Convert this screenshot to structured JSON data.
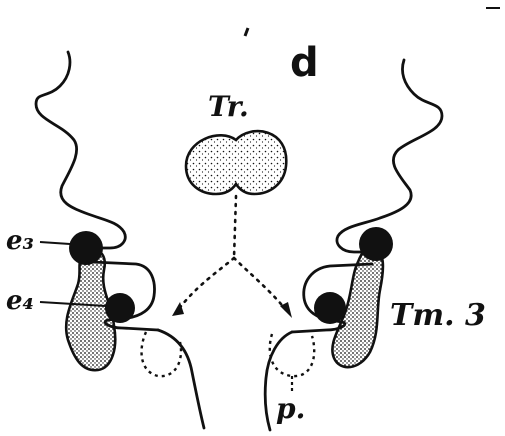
{
  "figure": {
    "panel_letter": "d",
    "labels": {
      "tr": "Tr.",
      "e3": "e₃",
      "e4": "e₄",
      "tm3": "Tm. 3",
      "p": "p."
    }
  }
}
